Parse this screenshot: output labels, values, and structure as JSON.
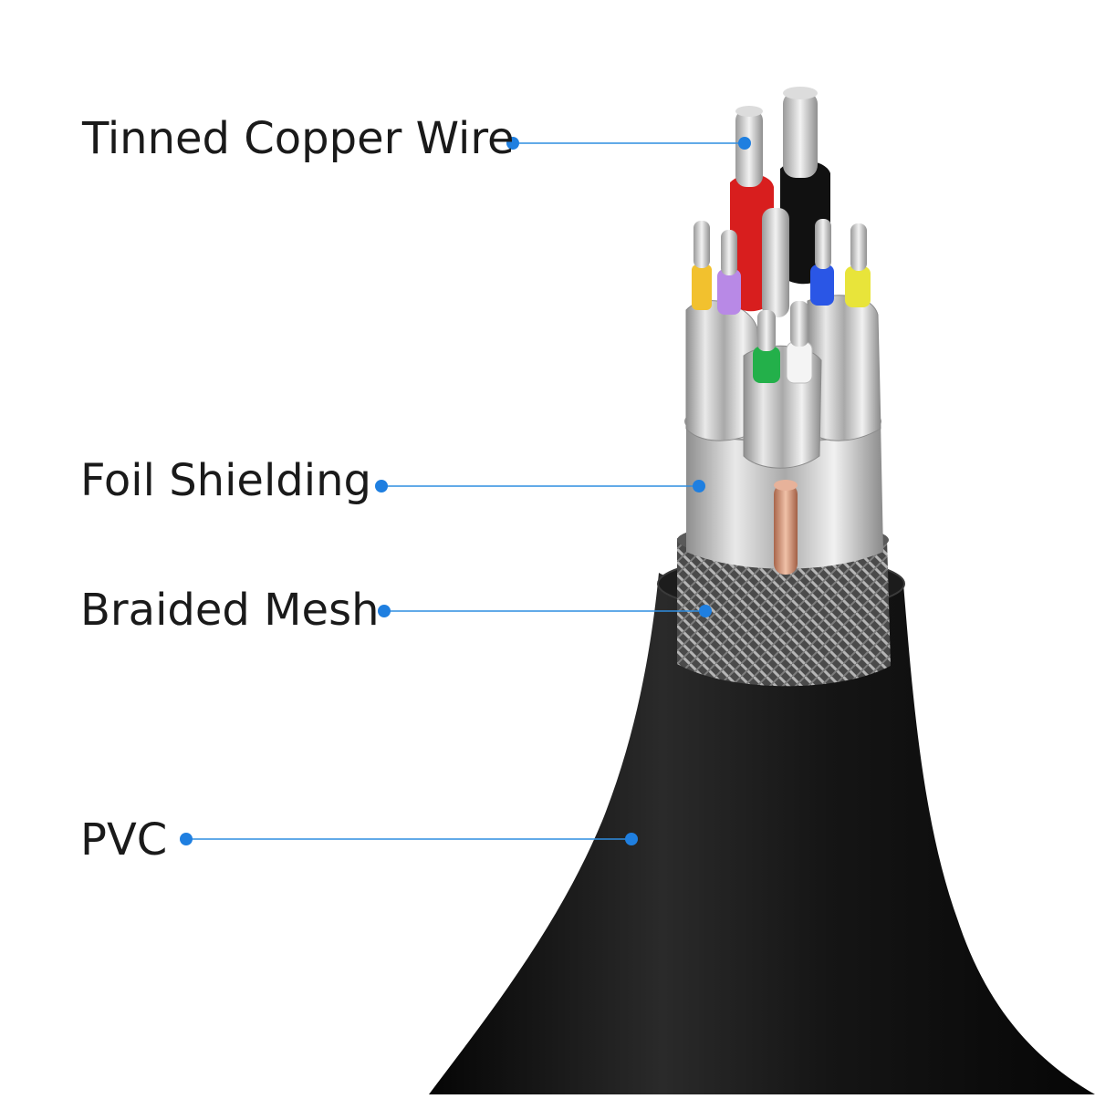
{
  "callouts": [
    {
      "label": "Tinned Copper Wire"
    },
    {
      "label": "Foil Shielding"
    },
    {
      "label": "Braided Mesh"
    },
    {
      "label": "PVC"
    }
  ],
  "colors": {
    "callout_line": "#2f8de0",
    "callout_dot": "#1f7fe0",
    "jacket": "#141414",
    "foil": "#b9b9b9",
    "copper": "#c98a6a",
    "insulation": [
      "#d81e1e",
      "#111111",
      "#f2c12e",
      "#b889e6",
      "#2a56e6",
      "#e8e43a",
      "#23b04a",
      "#f4f4f4"
    ]
  }
}
